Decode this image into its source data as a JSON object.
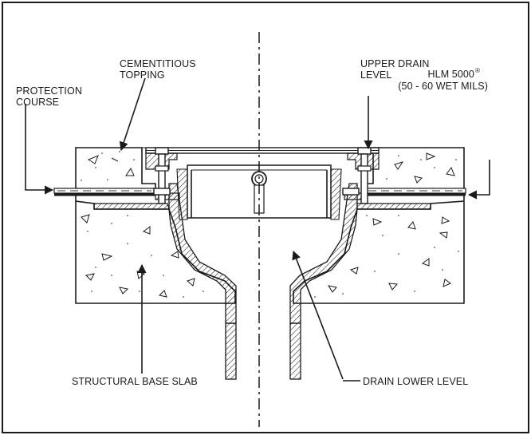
{
  "labels": {
    "protection_course": [
      "PROTECTION",
      "COURSE"
    ],
    "cementitious_topping": [
      "CEMENTITIOUS",
      "TOPPING"
    ],
    "upper_drain_level": [
      "UPPER DRAIN",
      "LEVEL"
    ],
    "hlm_name": "HLM 5000",
    "hlm_mark": "®",
    "hlm_spec": "(50 - 60 WET MILS)",
    "structural_base_slab": "STRUCTURAL BASE SLAB",
    "drain_lower_level": "DRAIN LOWER LEVEL"
  },
  "colors": {
    "ink": "#1a1a1a",
    "concrete": "#ffffff",
    "membrane": "#9a9a9a",
    "hatch": "#1a1a1a"
  }
}
